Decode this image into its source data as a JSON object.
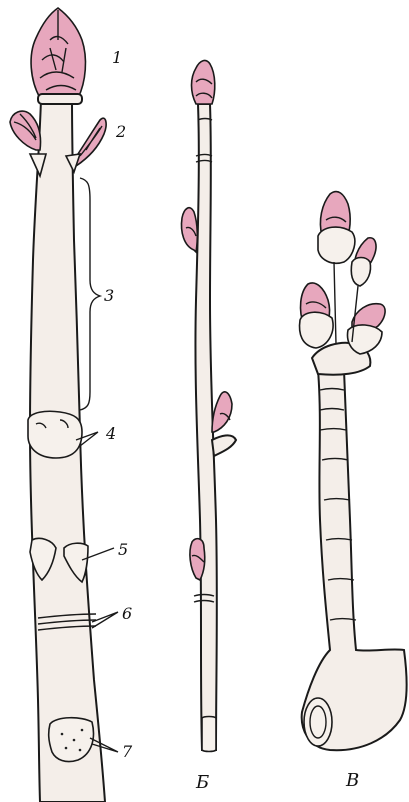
{
  "labels": {
    "l1": "1",
    "l2": "2",
    "l3": "3",
    "l4": "4",
    "l5": "5",
    "l6": "6",
    "l7": "7",
    "lB": "Б",
    "lV": "В"
  },
  "colors": {
    "bud": "#e7a7bd",
    "bark": "#f4eee9",
    "ink": "#1a1a1a"
  }
}
